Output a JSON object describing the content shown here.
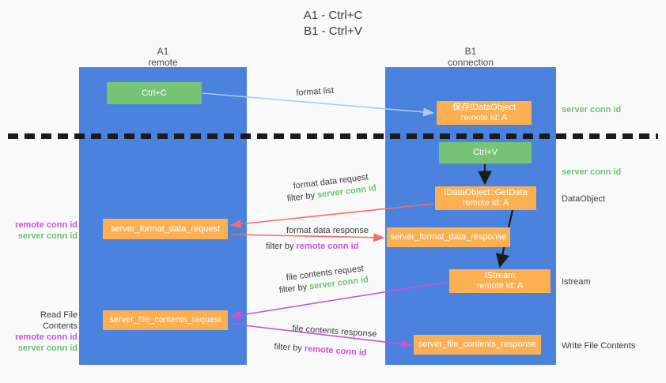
{
  "title": {
    "line1": "A1 - Ctrl+C",
    "line2": "B1 - Ctrl+V"
  },
  "columns": [
    {
      "name": "A1",
      "sub": "remote"
    },
    {
      "name": "B1",
      "sub": "connection"
    }
  ],
  "boxes": {
    "ctrl_c": {
      "label": "Ctrl+C",
      "color": "#77c376"
    },
    "save_idataobject": {
      "line1": "保存IDataObject",
      "line2": "remote id: A",
      "color": "#fcb052"
    },
    "ctrl_v": {
      "label": "Ctrl+V",
      "color": "#77c376"
    },
    "getdata": {
      "line1": "IDataObject::GetData",
      "line2": "remote id: A",
      "color": "#fcb052"
    },
    "format_data_request": {
      "label": "server_format_data_request",
      "color": "#fcb052"
    },
    "format_data_response": {
      "label": "server_format_data_response",
      "color": "#fcb052"
    },
    "istream": {
      "line1": "IStream",
      "line2": "remote id: A",
      "color": "#fcb052"
    },
    "file_contents_request": {
      "label": "server_file_contents_request",
      "color": "#fcb052"
    },
    "file_contents_response": {
      "label": "server_file_contents_response",
      "color": "#fcb052"
    }
  },
  "captions": {
    "format_list": "format list",
    "format_data_request": "format data request",
    "filter_by": "filter by",
    "server_conn_id": "server conn id",
    "format_data_response": "format data response",
    "remote_conn_id": "remote conn id",
    "file_contents_request": "file contents request",
    "file_contents_response": "file contents response"
  },
  "annotations": {
    "server_conn_id": "server conn id",
    "remote_conn_id": "remote conn id",
    "data_object": "DataObject",
    "istream": "Istream",
    "write_file_contents": "Write File Contents",
    "read_file_contents": "Read File Contents"
  },
  "colors": {
    "lane_blue": "#4a82dd",
    "green": "#77c376",
    "orange": "#fcb052",
    "server_green_text": "#71c174",
    "remote_purple_text": "#c455d8",
    "red_arrow": "#ef6e6e",
    "magenta_arrow": "#c455d8",
    "light_blue_arrow": "#a9cdf0",
    "black_arrow": "#1b1b1b",
    "background": "#f9f9f9"
  }
}
